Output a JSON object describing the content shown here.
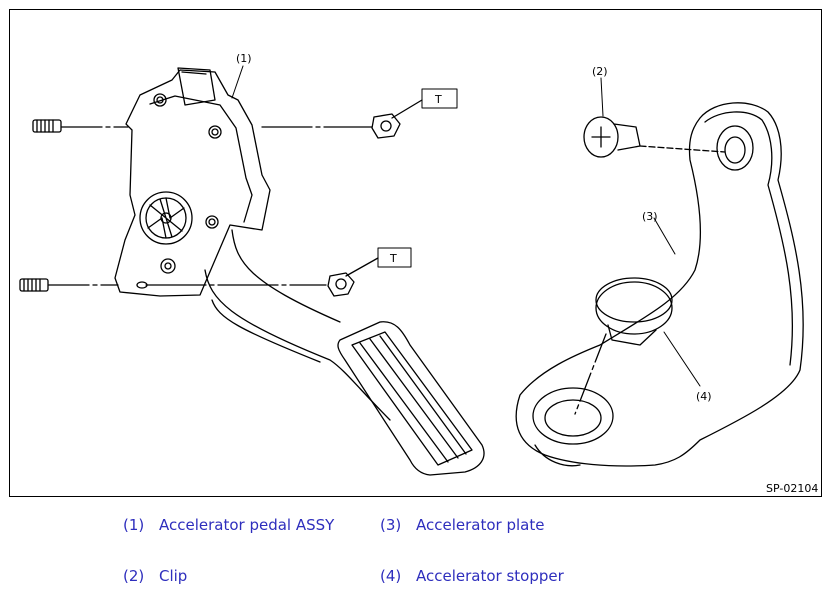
{
  "callouts": {
    "c1": "(1)",
    "c2": "(2)",
    "c3": "(3)",
    "c4": "(4)",
    "torque_1": "T",
    "torque_2": "T"
  },
  "figure_code": "SP-02104",
  "legend": [
    {
      "num": "(1)",
      "label": "Accelerator pedal ASSY"
    },
    {
      "num": "(2)",
      "label": "Clip"
    },
    {
      "num": "(3)",
      "label": "Accelerator plate"
    },
    {
      "num": "(4)",
      "label": "Accelerator stopper"
    }
  ],
  "colors": {
    "line": "#000000",
    "legend_text": "#2e2ebd",
    "background": "#ffffff"
  }
}
